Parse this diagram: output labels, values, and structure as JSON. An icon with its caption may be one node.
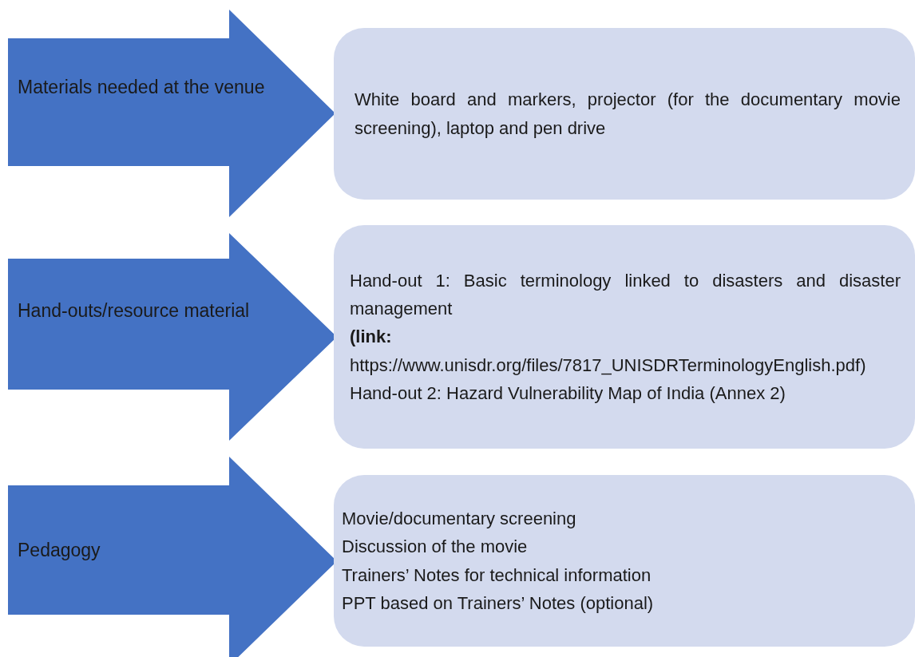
{
  "diagram": {
    "nodes": [
      {
        "text": [
          "Materials needed at the venue"
        ]
      },
      {
        "text": [
          "White board and markers, projector (for the documentary movie screening), laptop and pen drive"
        ]
      },
      {
        "text": [
          "Hand-outs/resource material"
        ]
      },
      {
        "text": [
          "Hand-out 1: Basic terminology linked to disasters and disaster management",
          "**(link:** https://www.unisdr.org/files/7817_UNISDRTerminologyEnglish.pdf)",
          "Hand-out 2: Hazard Vulnerability Map of India (Annex 2)"
        ]
      },
      {
        "text": [
          "Pedagogy"
        ]
      },
      {
        "text": [
          "Movie/documentary screening",
          "Discussion of the movie",
          "Trainers’ Notes for technical information",
          "PPT based on Trainers’ Notes (optional)"
        ]
      }
    ]
  }
}
